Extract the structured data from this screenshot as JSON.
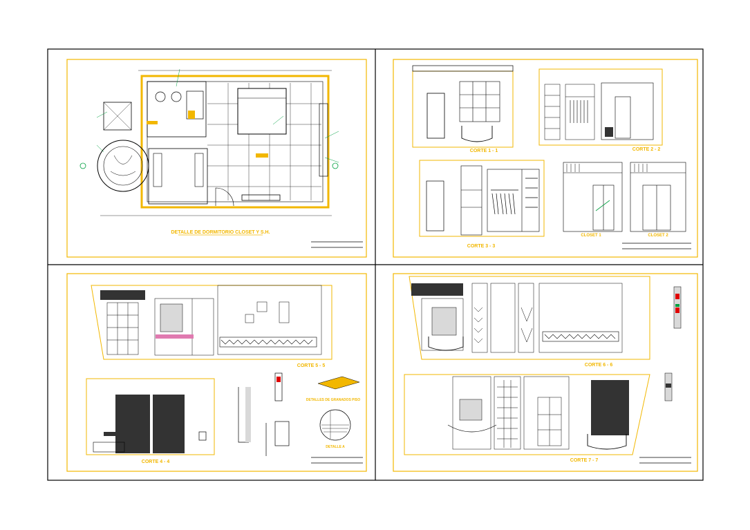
{
  "sheet": {
    "colors": {
      "frame": "#000000",
      "border": "#f2b700",
      "line": "#000000",
      "annotation": "#00a040",
      "accent_pink": "#e0007a",
      "accent_red": "#e00000",
      "fill_dark": "#333333",
      "fill_gray": "#d9d9d9"
    }
  },
  "panels": {
    "plan": {
      "title": "DETALLE DE DORMITORIO CLOSET Y S.H."
    },
    "sections_top_right": {
      "titles": [
        "CORTE 1 - 1",
        "CORTE 2 - 2",
        "CORTE 3 - 3",
        "CLOSET 1",
        "CLOSET 2"
      ]
    },
    "sections_bottom_left": {
      "titles": [
        "CORTE 5 - 5",
        "CORTE 4 - 4",
        "DETALLES DE GRANADOS PISO",
        "DETALLE A"
      ]
    },
    "sections_bottom_right": {
      "titles": [
        "CORTE 6 - 6",
        "CORTE 7 - 7"
      ]
    }
  }
}
